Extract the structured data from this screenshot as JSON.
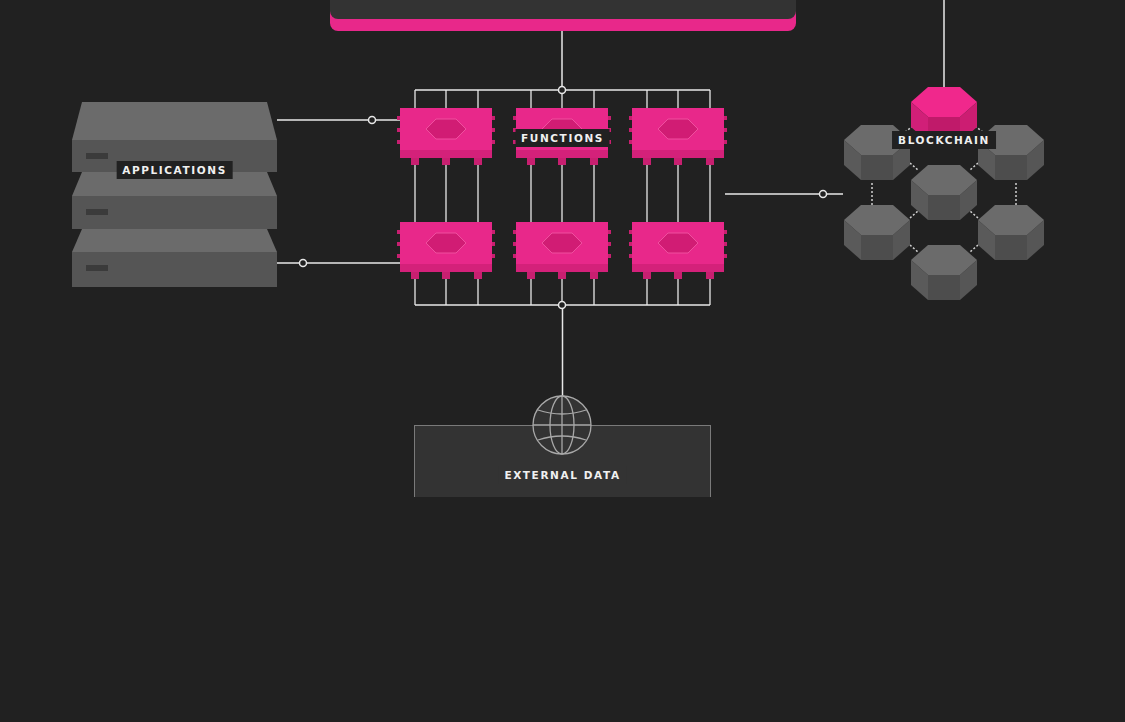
{
  "diagram": {
    "nodes": [
      {
        "text": [
          "APPLICATIONS"
        ]
      },
      {
        "text": [
          "FUNCTIONS"
        ]
      },
      {
        "text": [
          "BLOCKCHAIN"
        ]
      },
      {
        "text": [
          "EXTERNAL DATA"
        ]
      }
    ],
    "edges": [
      {
        "from": 0,
        "to": 1,
        "arrow": "none"
      },
      {
        "from": 0,
        "to": 1,
        "arrow": "none"
      },
      {
        "from": 1,
        "to": 2,
        "arrow": "none"
      },
      {
        "from": 1,
        "to": 3,
        "arrow": "none"
      }
    ]
  }
}
